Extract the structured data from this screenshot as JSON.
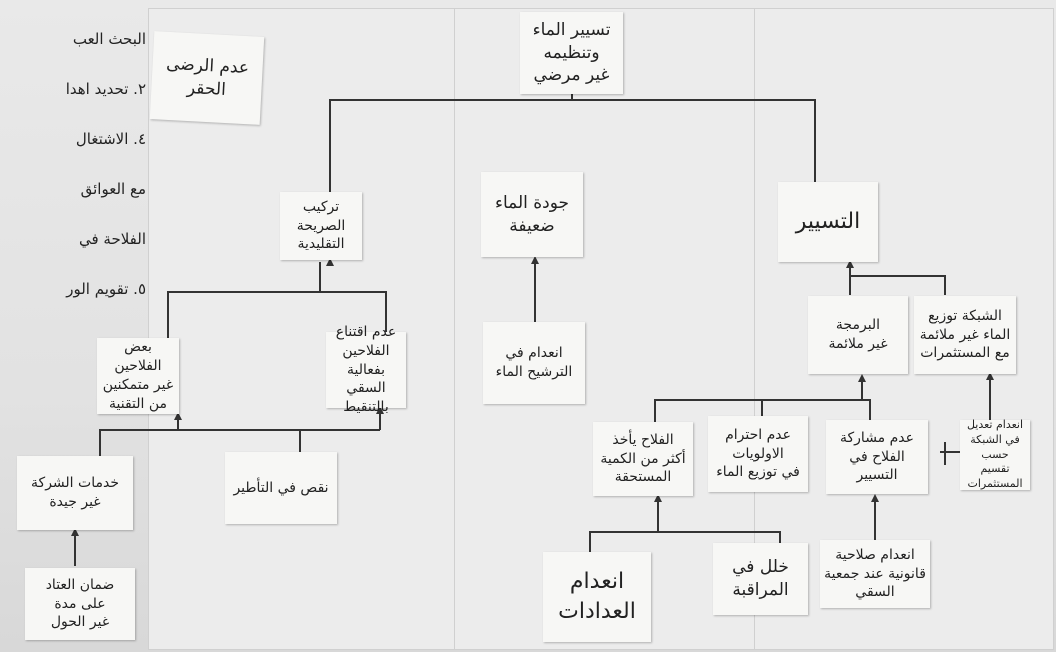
{
  "side_list": {
    "lines": [
      "البحث العب",
      "٢. تحديد اهدا",
      "٤. الاشتغال",
      "مع العوائق",
      "الفلاحة في",
      "٥. تقويم الور"
    ]
  },
  "notes": {
    "root": "تسيير الماء\nوتنظيمه\nغير مرضي",
    "sticky": "عدم الرضى\nالحقر",
    "mid_left": "تركيب الصريحة\nالتقليدية",
    "mid_center": "جودة الماء\nضعيفة",
    "mid_right": "التسيير",
    "l2_left": "بعض الفلاحين\nغير متمكنين\nمن التقنية",
    "l2_mid": "عدم اقتناع\nالفلاحين بفعالية\nالسقي بالتنقيط",
    "l2_center": "انعدام في\nالترشيح الماء",
    "l2_r1": "البرمجة\nغير ملائمة",
    "l2_r2": "الشبكة توزيع\nالماء غير ملائمة\nمع المستثمرات",
    "l3_left": "خدمات الشركة\nغير جيدة",
    "l3_mid": "نقص في التأطير",
    "l3_r1": "الفلاح يأخذ\nأكثر من الكمية\nالمستحقة",
    "l3_r2": "عدم احترام\nالاولويات\nفي توزيع الماء",
    "l3_r3": "عدم مشاركة\nالفلاح في\nالتسيير",
    "l3_r4": "انعدام تعديل\nفي الشبكة حسب\nتقسيم المستثمرات",
    "l4_left": "ضمان العتاد\nعلى مدة\nغير الحول",
    "l4_c1": "انعدام\nالعدادات",
    "l4_c2": "خلل في\nالمراقبة",
    "l4_c3": "انعدام صلاحية\nقانونية عند جمعية\nالسقي"
  }
}
